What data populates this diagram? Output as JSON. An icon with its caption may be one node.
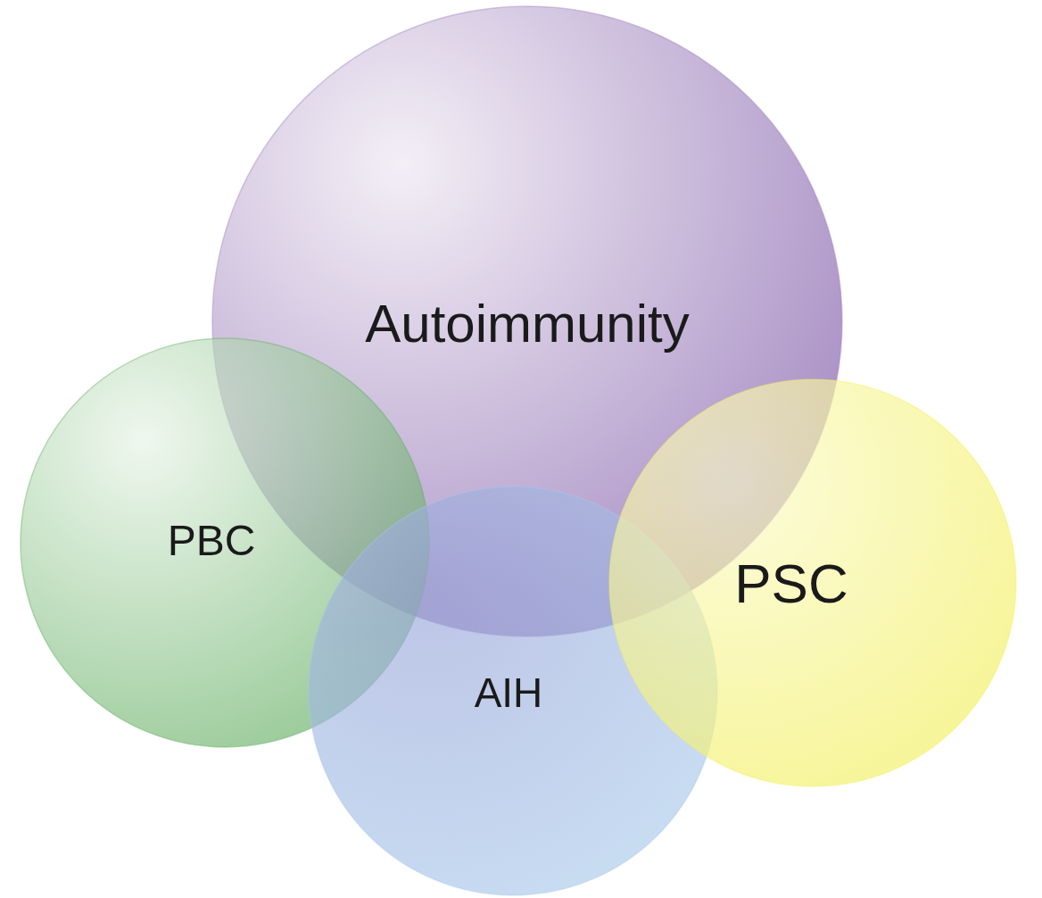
{
  "diagram": {
    "nodes": [
      {
        "text": [
          "Autoimmunity"
        ]
      },
      {
        "text": [
          "PBC"
        ]
      },
      {
        "text": [
          "AIH"
        ]
      },
      {
        "text": [
          "PSC"
        ]
      }
    ]
  }
}
